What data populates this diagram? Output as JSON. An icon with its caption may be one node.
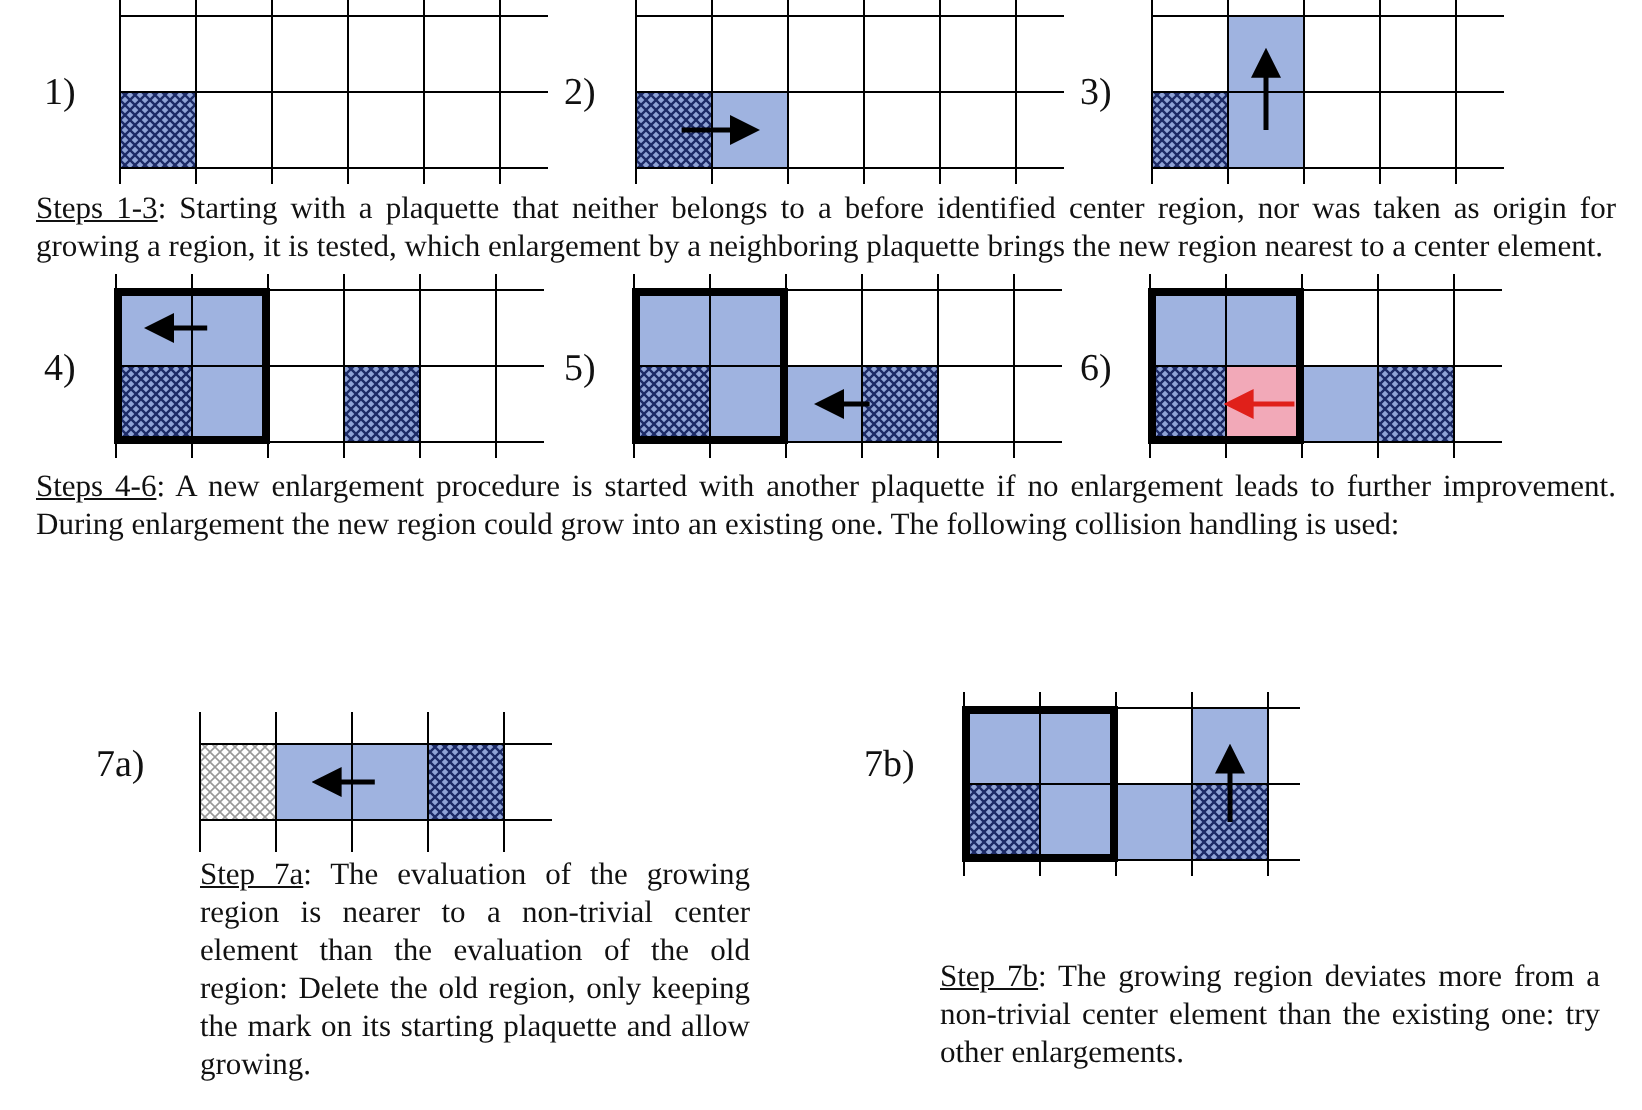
{
  "diagram": {
    "labels": [
      "1)",
      "2)",
      "3)",
      "Steps 1-3: Starting with a plaquette that neither belongs to a before identified center region, nor was taken as origin for growing a region, it is tested, which enlargement by a neighboring plaquette brings the new region nearest to a center element.",
      "4)",
      "5)",
      "6)",
      "Steps 4-6: A new enlargement procedure is started with another plaquette if no enlargement leads to further improvement. During enlargement the new region could grow into an existing one. The following collision handling is used:",
      "7a)",
      "7b)",
      "Step 7a: The evaluation of the growing region is nearer to a non-trivial center element than the evaluation of the old region: Delete the old region, only keeping the mark on its starting plaquette and allow growing.",
      "Step 7b: The growing region deviates more from a non-trivial center element than the existing one: try other enlargements."
    ]
  }
}
